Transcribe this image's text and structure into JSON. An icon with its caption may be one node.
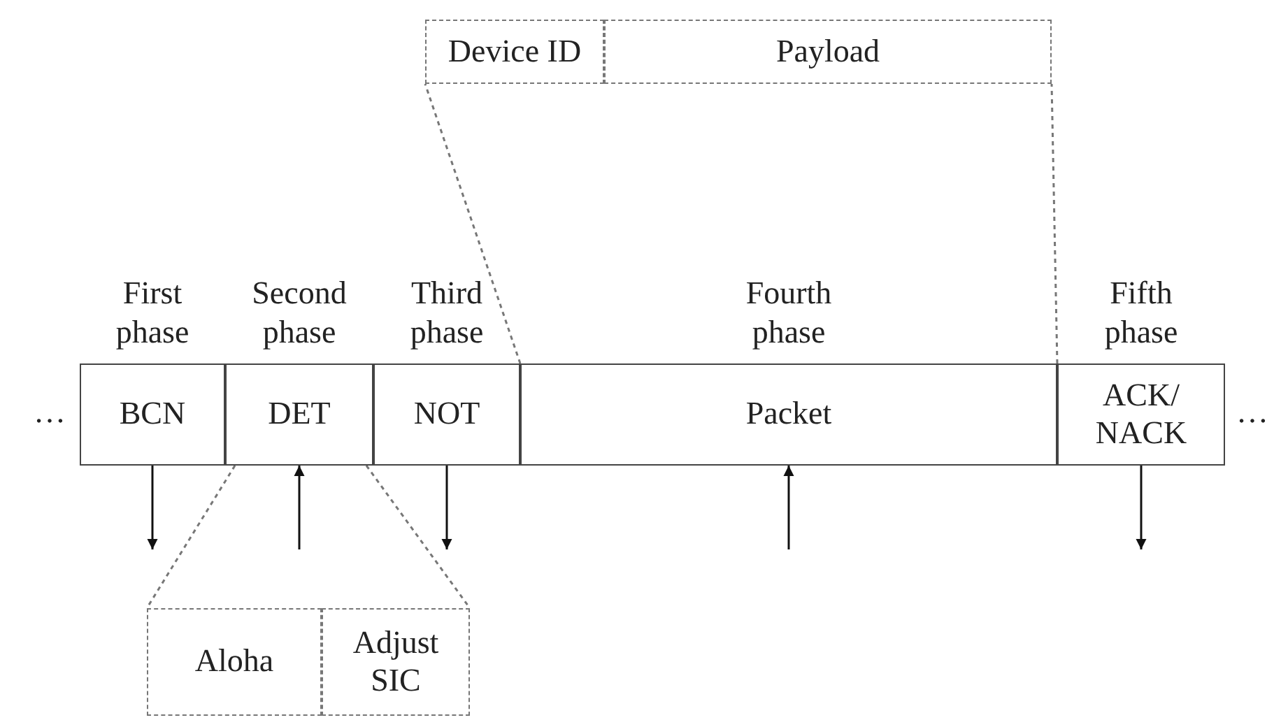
{
  "diagram": {
    "nodes": [
      {
        "text": [
          "Device ID"
        ]
      },
      {
        "text": [
          "Payload"
        ]
      },
      {
        "text": [
          "First phase",
          "BCN"
        ]
      },
      {
        "text": [
          "Second phase",
          "DET"
        ]
      },
      {
        "text": [
          "Third phase",
          "NOT"
        ]
      },
      {
        "text": [
          "Fourth phase",
          "Packet"
        ]
      },
      {
        "text": [
          "Fifth phase",
          "ACK/ NACK"
        ]
      },
      {
        "text": [
          "Aloha"
        ]
      },
      {
        "text": [
          "Adjust SIC"
        ]
      }
    ],
    "edges": [
      {
        "from": 5,
        "to": 0,
        "arrow": "none",
        "style": "dashed",
        "color": "#777777"
      },
      {
        "from": 5,
        "to": 1,
        "arrow": "none",
        "style": "dashed",
        "color": "#777777"
      },
      {
        "from": 2,
        "to": null,
        "arrow": "to"
      },
      {
        "from": null,
        "to": 3,
        "arrow": "to"
      },
      {
        "from": 4,
        "to": null,
        "arrow": "to"
      },
      {
        "from": null,
        "to": 5,
        "arrow": "to"
      },
      {
        "from": 6,
        "to": null,
        "arrow": "to"
      },
      {
        "from": 3,
        "to": 7,
        "arrow": "none",
        "style": "dashed",
        "color": "#777777"
      },
      {
        "from": 3,
        "to": 8,
        "arrow": "none",
        "style": "dashed",
        "color": "#777777"
      }
    ],
    "labels": [
      "…",
      "…"
    ]
  }
}
